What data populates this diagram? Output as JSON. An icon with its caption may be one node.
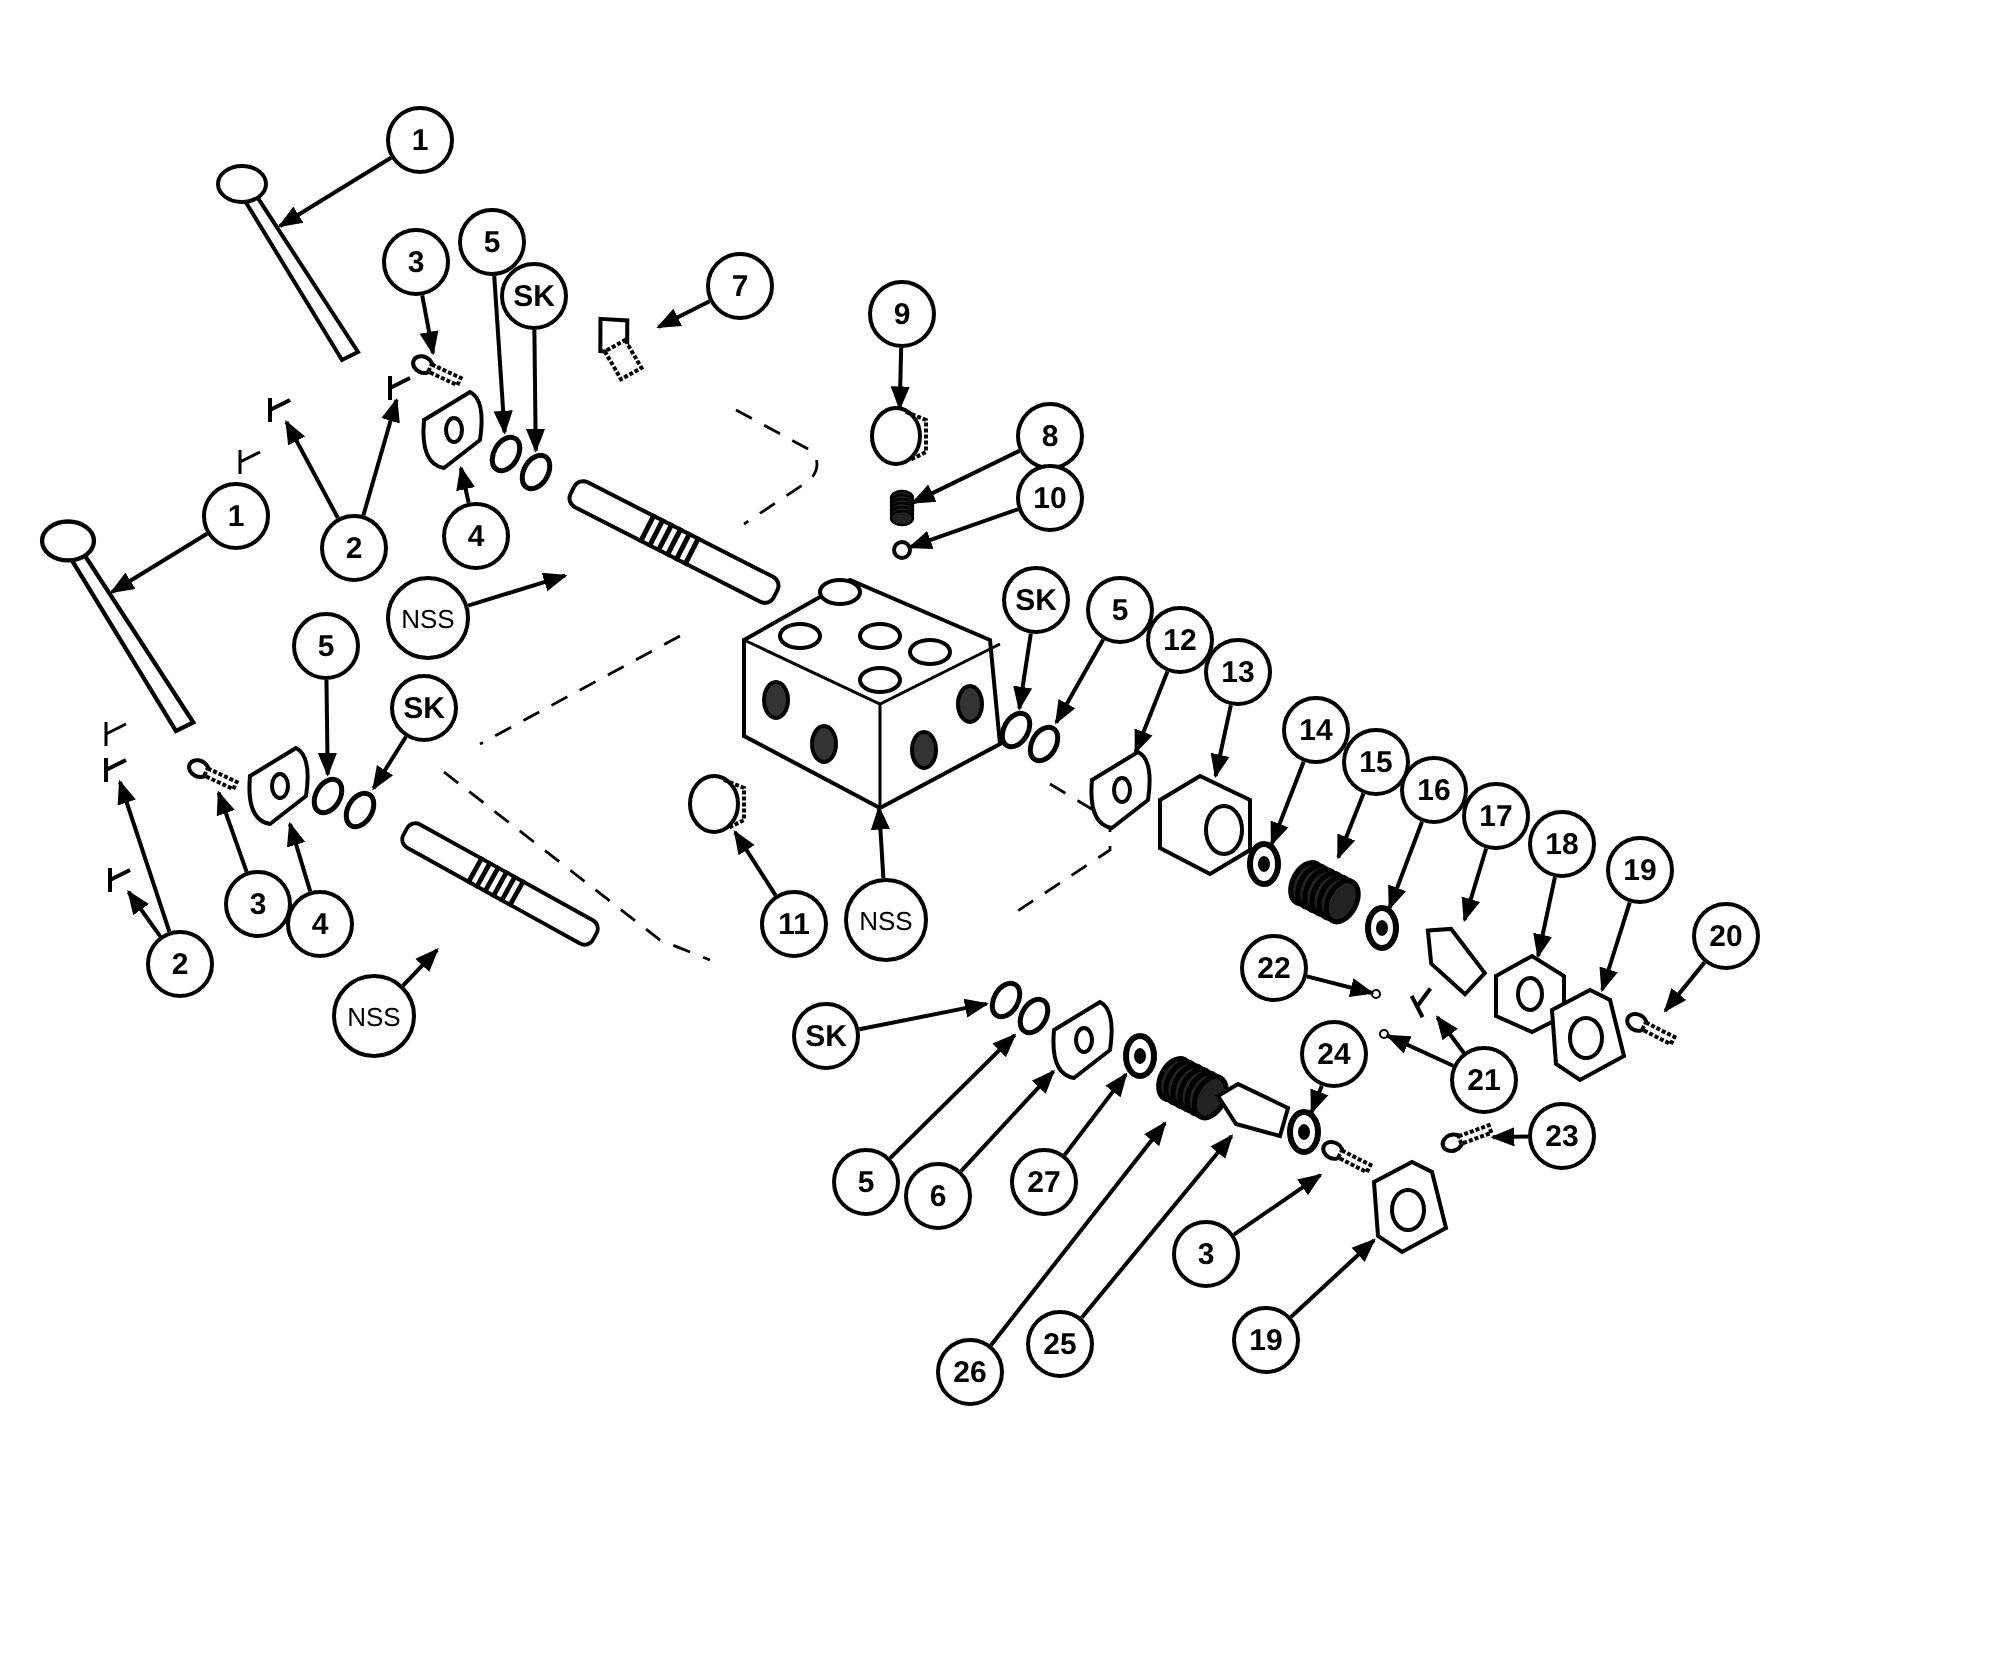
{
  "diagram": {
    "nodes": [
      {
        "text": [
          "1"
        ]
      },
      {
        "text": [
          "7"
        ]
      },
      {
        "text": [
          "3"
        ]
      },
      {
        "text": [
          "5"
        ]
      },
      {
        "text": [
          "SK"
        ]
      },
      {
        "text": [
          "9"
        ]
      },
      {
        "text": [
          "8"
        ]
      },
      {
        "text": [
          "1"
        ]
      },
      {
        "text": [
          "10"
        ]
      },
      {
        "text": [
          "2"
        ]
      },
      {
        "text": [
          "4"
        ]
      },
      {
        "text": [
          "NSS"
        ]
      },
      {
        "text": [
          "SK"
        ]
      },
      {
        "text": [
          "5"
        ]
      },
      {
        "text": [
          "12"
        ]
      },
      {
        "text": [
          "5"
        ]
      },
      {
        "text": [
          "SK"
        ]
      },
      {
        "text": [
          "13"
        ]
      },
      {
        "text": [
          "14"
        ]
      },
      {
        "text": [
          "15"
        ]
      },
      {
        "text": [
          "16"
        ]
      },
      {
        "text": [
          "17"
        ]
      },
      {
        "text": [
          "18"
        ]
      },
      {
        "text": [
          "19"
        ]
      },
      {
        "text": [
          "3"
        ]
      },
      {
        "text": [
          "4"
        ]
      },
      {
        "text": [
          "11"
        ]
      },
      {
        "text": [
          "NSS"
        ]
      },
      {
        "text": [
          "20"
        ]
      },
      {
        "text": [
          "2"
        ]
      },
      {
        "text": [
          "22"
        ]
      },
      {
        "text": [
          "NSS"
        ]
      },
      {
        "text": [
          "21"
        ]
      },
      {
        "text": [
          "SK"
        ]
      },
      {
        "text": [
          "24"
        ]
      },
      {
        "text": [
          "23"
        ]
      },
      {
        "text": [
          "5"
        ]
      },
      {
        "text": [
          "6"
        ]
      },
      {
        "text": [
          "27"
        ]
      },
      {
        "text": [
          "3"
        ]
      },
      {
        "text": [
          "19"
        ]
      },
      {
        "text": [
          "26"
        ]
      },
      {
        "text": [
          "25"
        ]
      },
      {
        "text": [],
        "shape": "lever"
      },
      {
        "text": [],
        "shape": "bolt"
      },
      {
        "text": [],
        "shape": "screw"
      },
      {
        "text": [],
        "shape": "ring"
      },
      {
        "text": [],
        "shape": "ring"
      },
      {
        "text": [],
        "shape": "plug"
      },
      {
        "text": [],
        "shape": "spring"
      },
      {
        "text": [],
        "shape": "lever"
      },
      {
        "text": [],
        "shape": "ball"
      },
      {
        "text": [],
        "shape": "pin"
      },
      {
        "text": [],
        "shape": "pin"
      },
      {
        "text": [],
        "shape": "plate"
      },
      {
        "text": [],
        "shape": "spool"
      },
      {
        "text": [],
        "shape": "ring"
      },
      {
        "text": [],
        "shape": "ring"
      },
      {
        "text": [],
        "shape": "plate"
      },
      {
        "text": [],
        "shape": "ring"
      },
      {
        "text": [],
        "shape": "ring"
      },
      {
        "text": [],
        "shape": "block"
      },
      {
        "text": [],
        "shape": "washer"
      },
      {
        "text": [],
        "shape": "spring"
      },
      {
        "text": [],
        "shape": "washer"
      },
      {
        "text": [],
        "shape": "poppet"
      },
      {
        "text": [],
        "shape": "sleeve"
      },
      {
        "text": [],
        "shape": "cap"
      },
      {
        "text": [],
        "shape": "screw"
      },
      {
        "text": [],
        "shape": "plate"
      },
      {
        "text": [],
        "shape": "plug"
      },
      {
        "text": [],
        "shape": "body"
      },
      {
        "text": [],
        "shape": "screw"
      },
      {
        "text": [],
        "shape": "pin"
      },
      {
        "text": [],
        "shape": "pin"
      },
      {
        "text": [],
        "shape": "ball"
      },
      {
        "text": [],
        "shape": "spool"
      },
      {
        "text": [],
        "shape": "ball"
      },
      {
        "text": [],
        "shape": "pin"
      },
      {
        "text": [],
        "shape": "ring"
      },
      {
        "text": [],
        "shape": "washer"
      },
      {
        "text": [],
        "shape": "screw"
      },
      {
        "text": [],
        "shape": "ring"
      },
      {
        "text": [],
        "shape": "plate"
      },
      {
        "text": [],
        "shape": "washer"
      },
      {
        "text": [],
        "shape": "screw"
      },
      {
        "text": [],
        "shape": "cap"
      },
      {
        "text": [],
        "shape": "spring"
      },
      {
        "text": [],
        "shape": "poppet"
      }
    ],
    "edges": [
      {
        "from": 0,
        "to": 43,
        "arrow": "to"
      },
      {
        "from": 1,
        "to": 44,
        "arrow": "to"
      },
      {
        "from": 2,
        "to": 45,
        "arrow": "to"
      },
      {
        "from": 3,
        "to": 46,
        "arrow": "to"
      },
      {
        "from": 4,
        "to": 47,
        "arrow": "to"
      },
      {
        "from": 5,
        "to": 48,
        "arrow": "to"
      },
      {
        "from": 6,
        "to": 49,
        "arrow": "to"
      },
      {
        "from": 7,
        "to": 50,
        "arrow": "to"
      },
      {
        "from": 8,
        "to": 51,
        "arrow": "to"
      },
      {
        "from": 9,
        "to": 52,
        "arrow": "to"
      },
      {
        "from": 9,
        "to": 53,
        "arrow": "to"
      },
      {
        "from": 10,
        "to": 54,
        "arrow": "to"
      },
      {
        "from": 11,
        "to": 55,
        "arrow": "to"
      },
      {
        "from": 12,
        "to": 56,
        "arrow": "to"
      },
      {
        "from": 13,
        "to": 57,
        "arrow": "to"
      },
      {
        "from": 14,
        "to": 58,
        "arrow": "to"
      },
      {
        "from": 15,
        "to": 59,
        "arrow": "to"
      },
      {
        "from": 16,
        "to": 60,
        "arrow": "to"
      },
      {
        "from": 17,
        "to": 61,
        "arrow": "to"
      },
      {
        "from": 18,
        "to": 62,
        "arrow": "to"
      },
      {
        "from": 19,
        "to": 63,
        "arrow": "to"
      },
      {
        "from": 20,
        "to": 64,
        "arrow": "to"
      },
      {
        "from": 21,
        "to": 65,
        "arrow": "to"
      },
      {
        "from": 22,
        "to": 66,
        "arrow": "to"
      },
      {
        "from": 23,
        "to": 67,
        "arrow": "to"
      },
      {
        "from": 24,
        "to": 68,
        "arrow": "to"
      },
      {
        "from": 25,
        "to": 69,
        "arrow": "to"
      },
      {
        "from": 26,
        "to": 70,
        "arrow": "to"
      },
      {
        "from": 27,
        "to": 71,
        "arrow": "to"
      },
      {
        "from": 28,
        "to": 72,
        "arrow": "to"
      },
      {
        "from": 29,
        "to": 73,
        "arrow": "to"
      },
      {
        "from": 29,
        "to": 74,
        "arrow": "to"
      },
      {
        "from": 30,
        "to": 75,
        "arrow": "to"
      },
      {
        "from": 31,
        "to": 76,
        "arrow": "to"
      },
      {
        "from": 32,
        "to": 77,
        "arrow": "to"
      },
      {
        "from": 32,
        "to": 78,
        "arrow": "to"
      },
      {
        "from": 33,
        "to": 79,
        "arrow": "to"
      },
      {
        "from": 34,
        "to": 80,
        "arrow": "to"
      },
      {
        "from": 35,
        "to": 81,
        "arrow": "to"
      },
      {
        "from": 36,
        "to": 82,
        "arrow": "to"
      },
      {
        "from": 37,
        "to": 83,
        "arrow": "to"
      },
      {
        "from": 38,
        "to": 84,
        "arrow": "to"
      },
      {
        "from": 39,
        "to": 85,
        "arrow": "to"
      },
      {
        "from": 40,
        "to": 86,
        "arrow": "to"
      },
      {
        "from": 41,
        "to": 87,
        "arrow": "to"
      },
      {
        "from": 42,
        "to": 88,
        "arrow": "to"
      }
    ]
  }
}
